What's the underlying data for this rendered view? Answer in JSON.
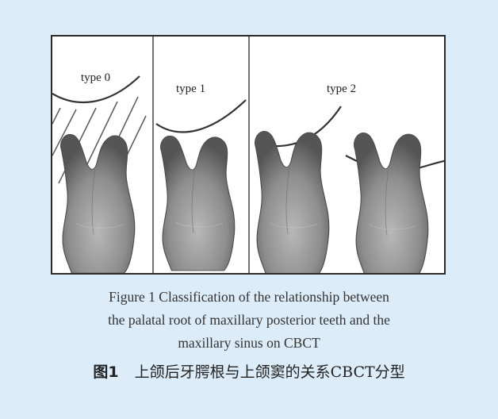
{
  "figure": {
    "panel_labels": [
      "type 0",
      "type 1",
      "type 2"
    ],
    "caption_en_lines": [
      "Figure 1    Classification of the relationship between",
      "the palatal root of maxillary posterior teeth and the",
      "maxillary sinus on CBCT"
    ],
    "caption_cn_number": "图1",
    "caption_cn_text": "上颌后牙腭根与上颌窦的关系CBCT分型"
  }
}
